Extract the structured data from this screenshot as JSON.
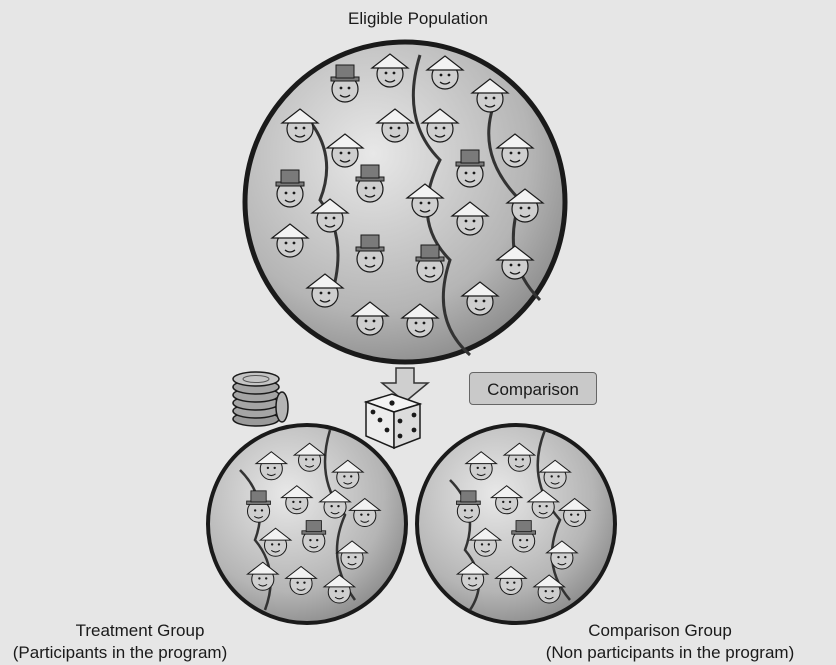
{
  "title": "Eligible Population",
  "comparison_box": "Comparison",
  "treatment": {
    "title": "Treatment Group",
    "subtitle": "(Participants in the program)"
  },
  "comparison": {
    "title": "Comparison Group",
    "subtitle": "(Non participants in the program)"
  },
  "icons": {
    "population": "globe-with-people-icon",
    "coins": "coin-stack-icon",
    "dice": "dice-icon",
    "arrow": "down-arrow-icon"
  },
  "colors": {
    "background": "#e6e6e6",
    "globe": "#bdbdbd",
    "face": "#cfcfcf",
    "hat_conical": "#f2f2f2",
    "hat_top": "#7a7a7a",
    "outline": "#1a1a1a"
  }
}
